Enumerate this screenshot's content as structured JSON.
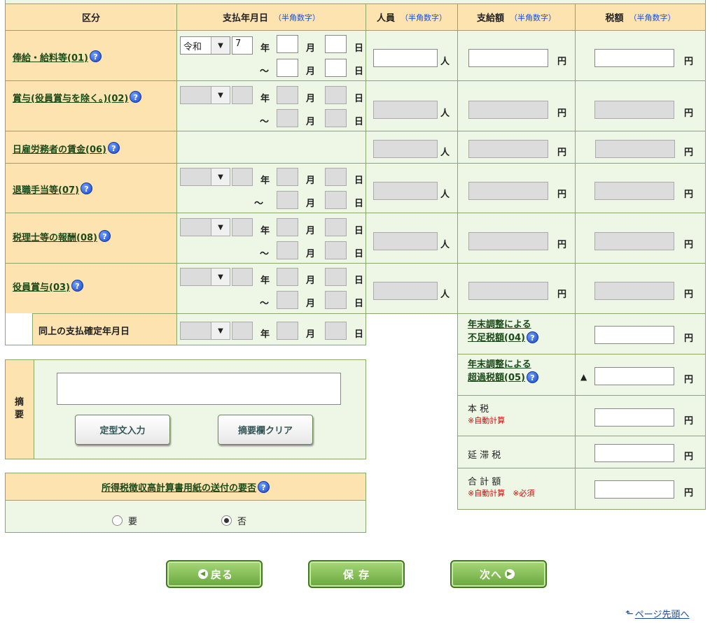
{
  "headers": {
    "category": "区分",
    "pay_date": "支払年月日",
    "people": "人員",
    "paid_amount": "支給額",
    "tax_amount": "税額",
    "half_width_note": "（半角数字）"
  },
  "units": {
    "year": "年",
    "month": "月",
    "day": "日",
    "person": "人",
    "yen": "円",
    "tilde": "～"
  },
  "rows": {
    "salary": {
      "label": "俸給・給料等(01)",
      "era": "令和",
      "year": "7"
    },
    "bonus": {
      "label": "賞与(役員賞与を除く。)(02)"
    },
    "day_labor": {
      "label": "日雇労務者の賃金(06)"
    },
    "retirement": {
      "label": "退職手当等(07)"
    },
    "tax_accountant": {
      "label": "税理士等の報酬(08)"
    },
    "officer_bonus": {
      "label": "役員賞与(03)"
    },
    "confirm_date": {
      "label": "同上の支払確定年月日"
    }
  },
  "side": {
    "shortfall_line1": "年末調整による",
    "shortfall_line2": "不足税額(04)",
    "excess_line1": "年末調整による",
    "excess_line2": "超過税額(05)",
    "excess_marker": "▲",
    "main_tax": "本 税",
    "auto_calc": "※自動計算",
    "late_tax": "延 滞 税",
    "total": "合 計 額",
    "required": "※必須"
  },
  "remarks": {
    "label_1": "摘",
    "label_2": "要",
    "template_button": "定型文入力",
    "clear_button": "摘要欄クリア"
  },
  "mailing": {
    "title": "所得税徴収高計算書用紙の送付の要否",
    "yes": "要",
    "no": "否",
    "selected": "no"
  },
  "footer": {
    "back": "戻る",
    "save": "保 存",
    "next": "次へ",
    "page_top": "ページ先頭へ"
  },
  "help_glyph": "?"
}
